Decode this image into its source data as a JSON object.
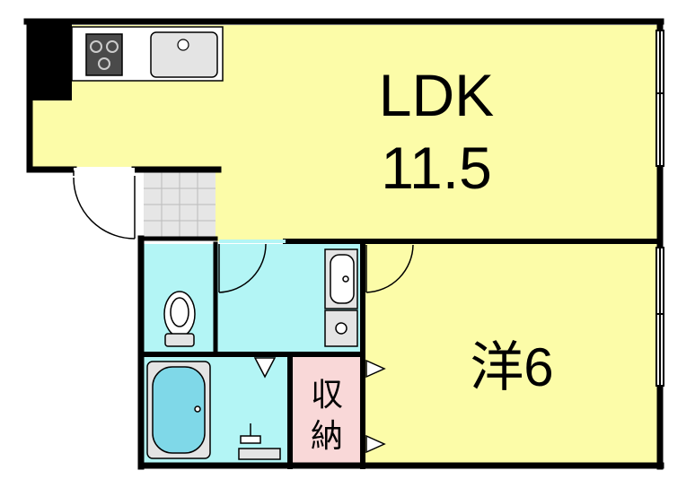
{
  "rooms": {
    "ldk": {
      "name": "LDK",
      "size": "11.5"
    },
    "western": {
      "label": "洋6"
    },
    "storage": {
      "label_line1": "収",
      "label_line2": "納"
    }
  },
  "colors": {
    "ldk_fill": "#fcfca8",
    "western_fill": "#fcfca8",
    "wet_area_fill": "#b3f5f5",
    "storage_fill": "#f9d8d8",
    "entrance_tile": "#e6e6e6",
    "wall": "#000000",
    "fixture_fill": "#e4e4e4"
  }
}
